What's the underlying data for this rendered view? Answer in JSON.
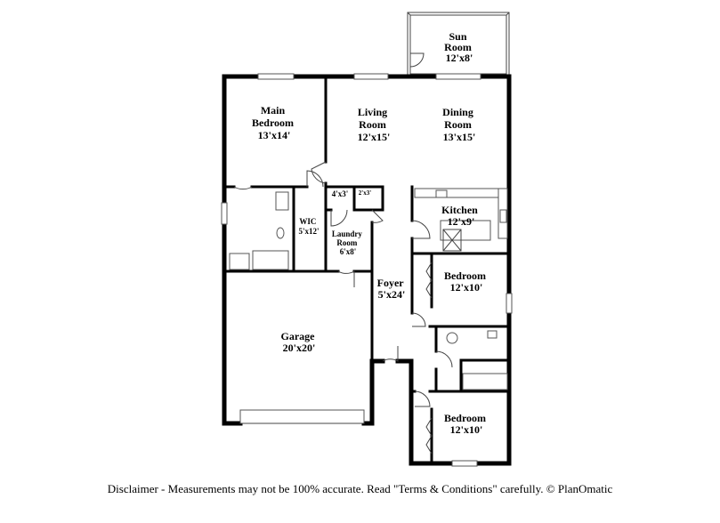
{
  "rooms": {
    "sun_room": {
      "name": "Sun\nRoom",
      "dim": "12'x8'"
    },
    "main_bedroom": {
      "name": "Main\nBedroom",
      "dim": "13'x14'"
    },
    "living_room": {
      "name": "Living\nRoom",
      "dim": "12'x15'"
    },
    "dining_room": {
      "name": "Dining\nRoom",
      "dim": "13'x15'"
    },
    "closet_4x3": {
      "dim": "4'x3'"
    },
    "closet_2x3": {
      "dim": "2'x3'"
    },
    "wic": {
      "name": "WIC",
      "dim": "5'x12'"
    },
    "kitchen": {
      "name": "Kitchen",
      "dim": "12'x9'"
    },
    "laundry_room": {
      "name": "Laundry\nRoom",
      "dim": "6'x8'"
    },
    "foyer": {
      "name": "Foyer",
      "dim": "5'x24'"
    },
    "bedroom_1": {
      "name": "Bedroom",
      "dim": "12'x10'"
    },
    "garage": {
      "name": "Garage",
      "dim": "20'x20'"
    },
    "bedroom_2": {
      "name": "Bedroom",
      "dim": "12'x10'"
    }
  },
  "disclaimer": "Disclaimer - Measurements may not be 100% accurate. Read \"Terms & Conditions\" carefully. © PlanOmatic"
}
